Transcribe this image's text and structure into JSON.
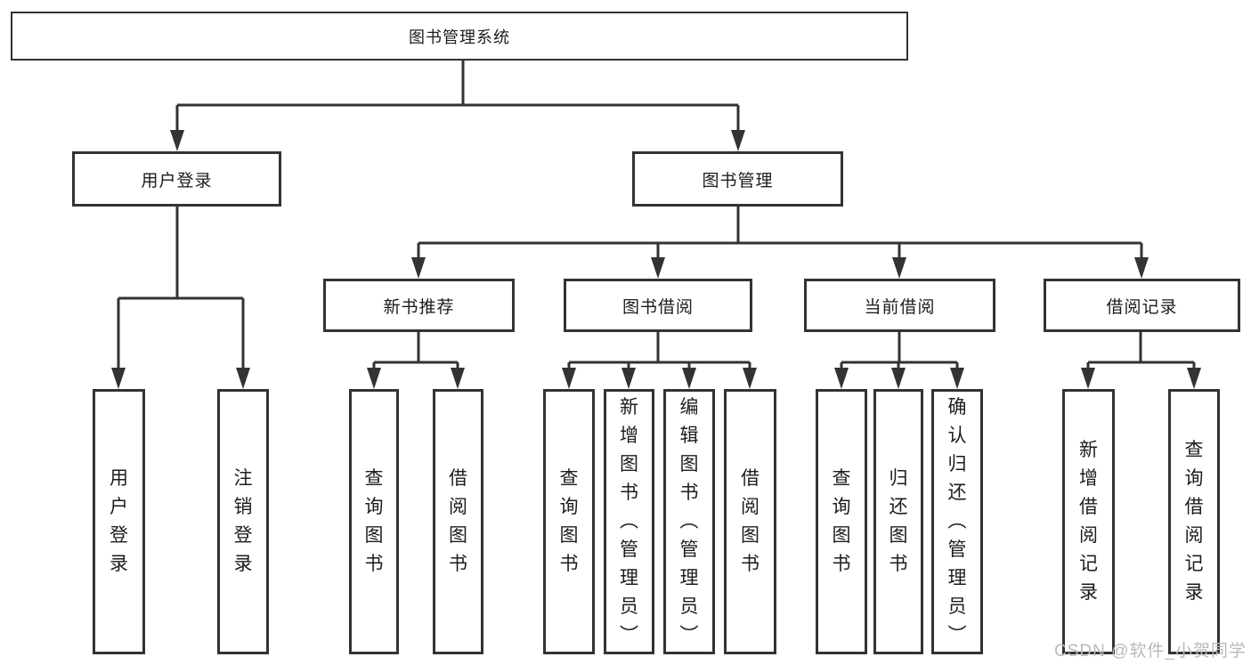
{
  "tree": {
    "label": "图书管理系统",
    "children": [
      {
        "label": "用户登录",
        "children": [
          {
            "label": "用户登录"
          },
          {
            "label": "注销登录"
          }
        ]
      },
      {
        "label": "图书管理",
        "children": [
          {
            "label": "新书推荐",
            "children": [
              {
                "label": "查询图书"
              },
              {
                "label": "借阅图书"
              }
            ]
          },
          {
            "label": "图书借阅",
            "children": [
              {
                "label": "查询图书"
              },
              {
                "label": "新增图书（管理员）"
              },
              {
                "label": "编辑图书（管理员）"
              },
              {
                "label": "借阅图书"
              }
            ]
          },
          {
            "label": "当前借阅",
            "children": [
              {
                "label": "查询图书"
              },
              {
                "label": "归还图书"
              },
              {
                "label": "确认归还（管理员）"
              }
            ]
          },
          {
            "label": "借阅记录",
            "children": [
              {
                "label": "新增借阅记录"
              },
              {
                "label": "查询借阅记录"
              }
            ]
          }
        ]
      }
    ]
  },
  "watermark": "CSDN @软件_小贺同学",
  "colors": {
    "line": "#333333",
    "box_border": "#333333",
    "text": "#1c1c1c",
    "watermark": "#b9b9b9",
    "background": "#ffffff"
  }
}
